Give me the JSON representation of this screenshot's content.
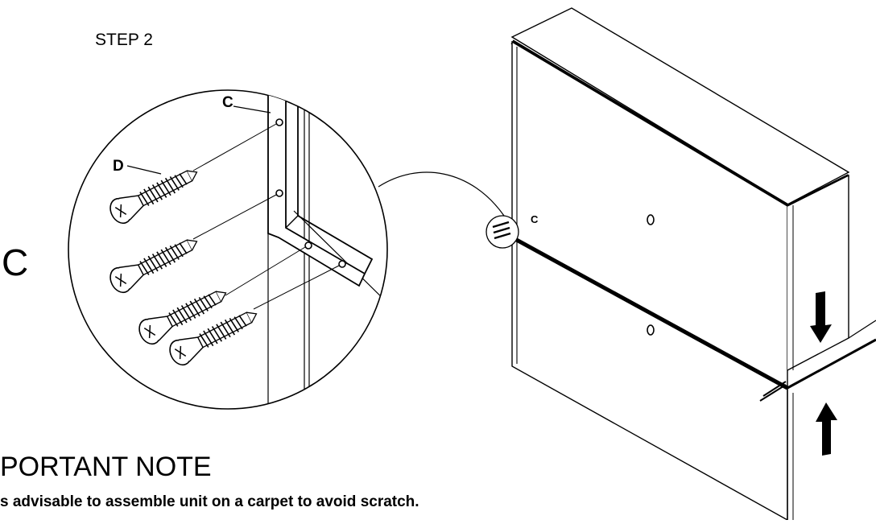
{
  "step": {
    "title": "STEP 2"
  },
  "callouts": {
    "bracket": "C",
    "screw": "D",
    "cabinet": "C"
  },
  "part_label": "C",
  "note": {
    "title": "PORTANT NOTE",
    "body": "s advisable to assemble unit on a carpet to avoid scratch."
  },
  "colors": {
    "line": "#000000",
    "background": "#ffffff"
  },
  "icons": {
    "arrow_down": "arrow-down-icon",
    "arrow_up": "arrow-up-icon"
  }
}
